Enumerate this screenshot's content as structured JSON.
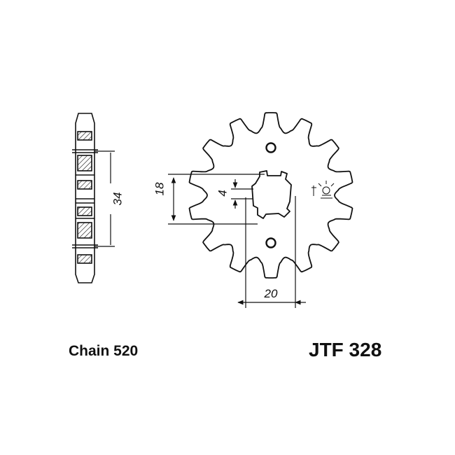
{
  "dimensions": {
    "thickness_label": "34",
    "shaft_label": "18",
    "spline_label": "4",
    "width_label": "20"
  },
  "chain_label": "Chain 520",
  "part_number": "JTF 328",
  "sprocket": {
    "teeth": 14
  },
  "colors": {
    "ink": "#111111",
    "background": "#ffffff"
  },
  "icons": [
    "side-profile-icon",
    "sprocket-icon",
    "spline-hub-icon",
    "weight-symbol-icon"
  ]
}
